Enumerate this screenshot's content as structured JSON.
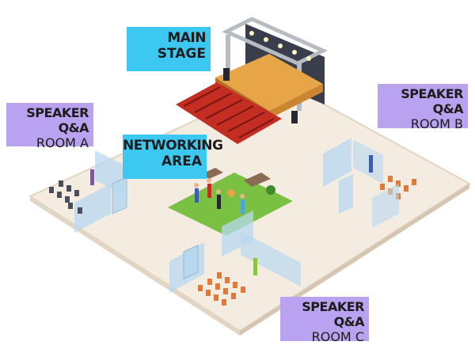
{
  "labels": {
    "main_stage": {
      "line1": "MAIN",
      "line2": "STAGE"
    },
    "networking": {
      "line1": "NETWORKING",
      "line2": "AREA"
    },
    "room_a": {
      "line1": "SPEAKER Q&A",
      "line2": "ROOM A"
    },
    "room_b": {
      "line1": "SPEAKER Q&A",
      "line2": "ROOM B"
    },
    "room_c": {
      "line1": "SPEAKER Q&A",
      "line2": "ROOM C"
    }
  },
  "colors": {
    "floor": "#f4ece1",
    "floor_edge": "#e3d5c3",
    "glass": "#b8d8f0",
    "stage_wood": "#e6a546",
    "stage_red": "#c42d22",
    "truss": "#b7bcc3",
    "backdrop": "#3a3d4c",
    "grass": "#7ac143",
    "accent_cyan": "#3cc8f0",
    "accent_purple": "#b9a2ef",
    "chair": "#e07a3a",
    "chair_dark": "#4a4d5a"
  }
}
